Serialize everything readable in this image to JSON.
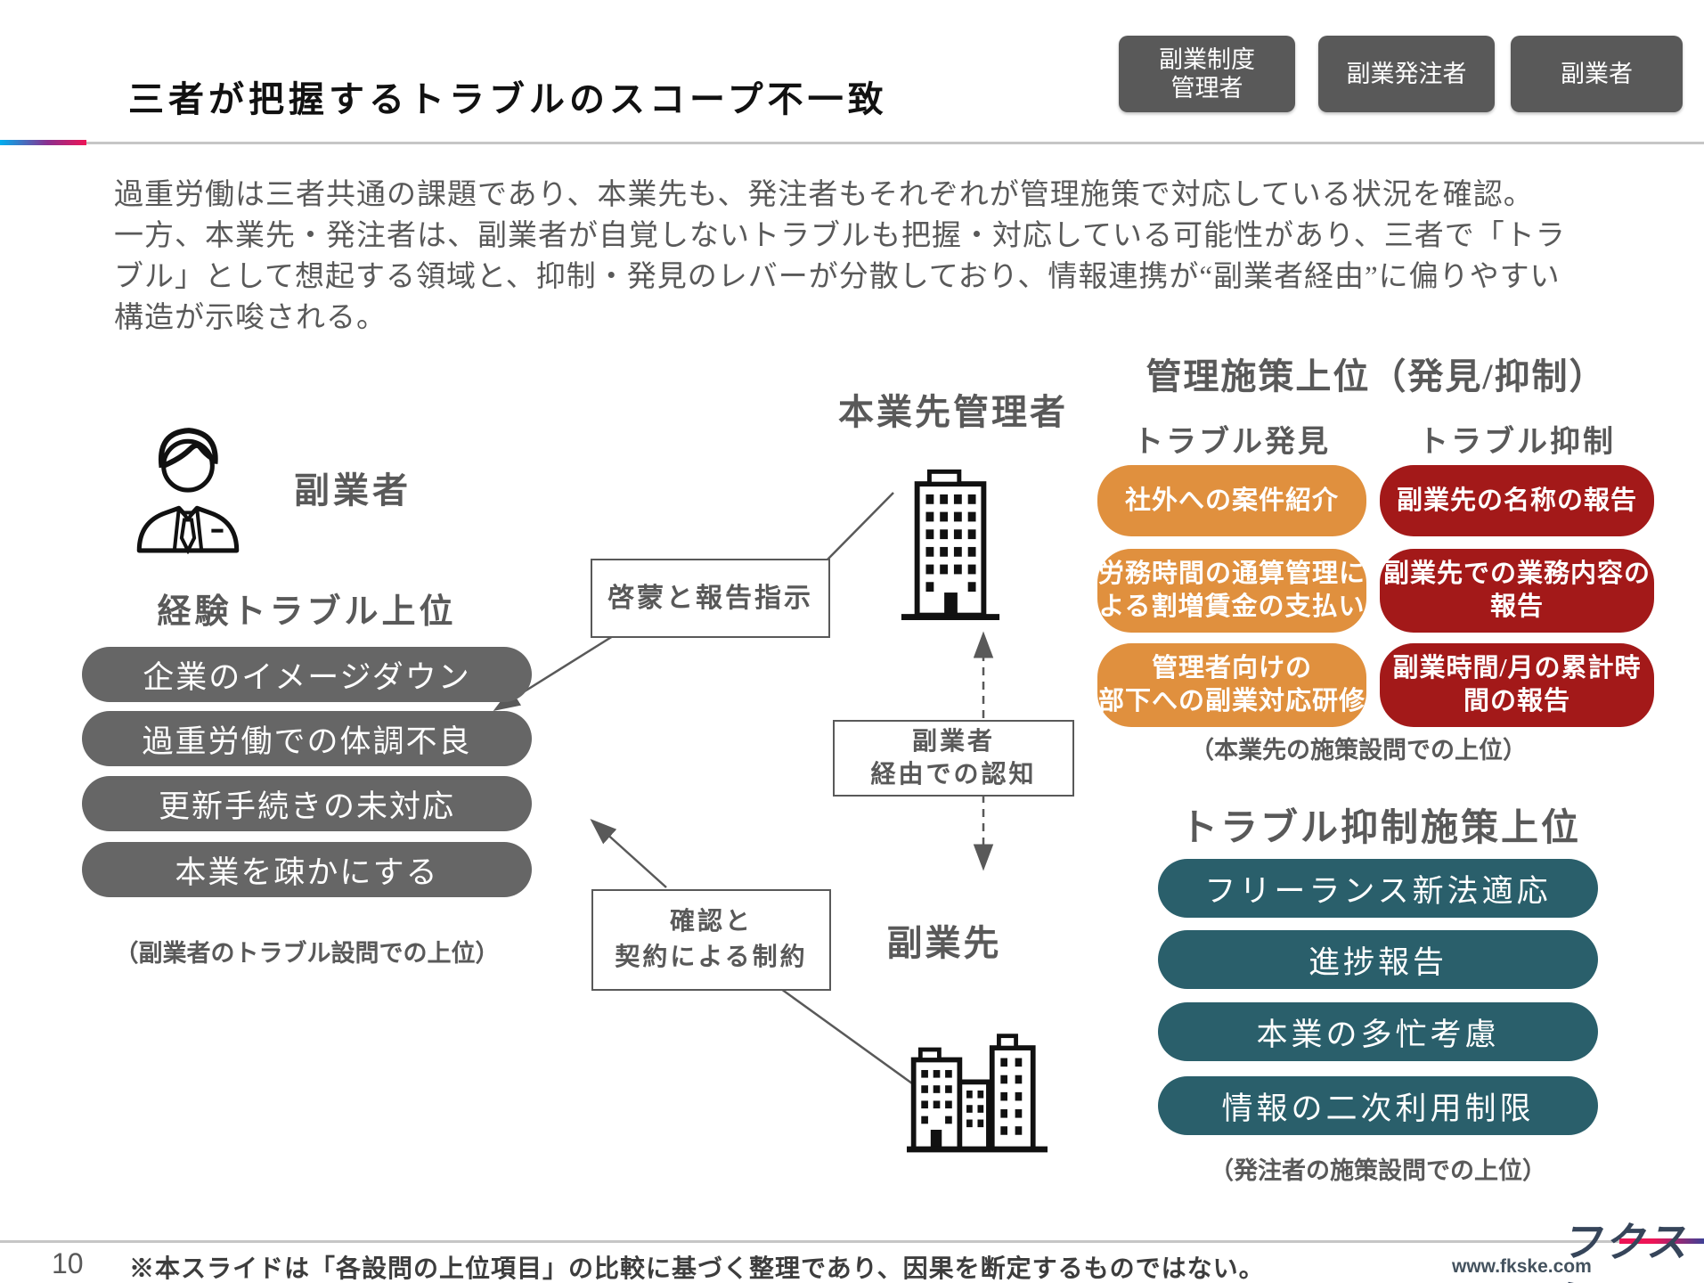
{
  "slide": {
    "title": "三者が把握するトラブルのスコープ不一致",
    "page_number": "10",
    "note": "※本スライドは「各設問の上位項目」の比較に基づく整理であり、因果を断定するものではない。",
    "brand": {
      "logo": "フクスケ",
      "url": "www.fkske.com"
    }
  },
  "personas": {
    "buttons": [
      "副業制度\n管理者",
      "副業発注者",
      "副業者"
    ]
  },
  "intro": "過重労働は三者共通の課題であり、本業先も、発注者もそれぞれが管理施策で対応している状況を確認。\n一方、本業先・発注者は、副業者が自覚しないトラブルも把握・対応している可能性があり、三者で「トラ\nブル」として想起する領域と、抑制・発見のレバーが分散しており、情報連携が“副業者経由”に偏りやすい\n構造が示唆される。",
  "actor": {
    "label": "副業者",
    "ranking_title": "経験トラブル上位",
    "pills": [
      "企業のイメージダウン",
      "過重労働での体調不良",
      "更新手続きの未対応",
      "本業を疎かにする"
    ],
    "caption": "（副業者のトラブル設問での上位）",
    "icon": "businessperson-icon"
  },
  "main_company": {
    "label": "本業先管理者",
    "icon": "office-building-icon"
  },
  "side_company": {
    "label": "副業先",
    "icon": "buildings-cluster-icon"
  },
  "flows": {
    "box1": "啓蒙と報告指示",
    "box2": "副業者\n経由での認知",
    "box3": "確認と\n契約による制約"
  },
  "management": {
    "title": "管理施策上位（発見/抑制）",
    "col_find": "トラブル発見",
    "col_suppress": "トラブル抑制",
    "find_pills": [
      "社外への案件紹介",
      "労務時間の通算管理に\nよる割増賃金の支払い",
      "管理者向けの\n部下への副業対応研修"
    ],
    "suppress_pills": [
      "副業先の名称の報告",
      "副業先での業務内容の\n報告",
      "副業時間/月の累計時\n間の報告"
    ],
    "caption": "（本業先の施策設問での上位）"
  },
  "suppression": {
    "title": "トラブル抑制施策上位",
    "pills": [
      "フリーランス新法適応",
      "進捗報告",
      "本業の多忙考慮",
      "情報の二次利用制限"
    ],
    "caption": "（発注者の施策設問での上位）"
  },
  "colors": {
    "accent_orange": "#E0903E",
    "accent_red": "#A31919",
    "accent_teal": "#2A5F6B",
    "pill_gray": "#666666",
    "button_gray": "#595959",
    "rule_gradient_left": [
      "#00AEEF",
      "#ED1456"
    ],
    "rule_gradient_right": [
      "#ED1456",
      "#3E4095"
    ]
  }
}
